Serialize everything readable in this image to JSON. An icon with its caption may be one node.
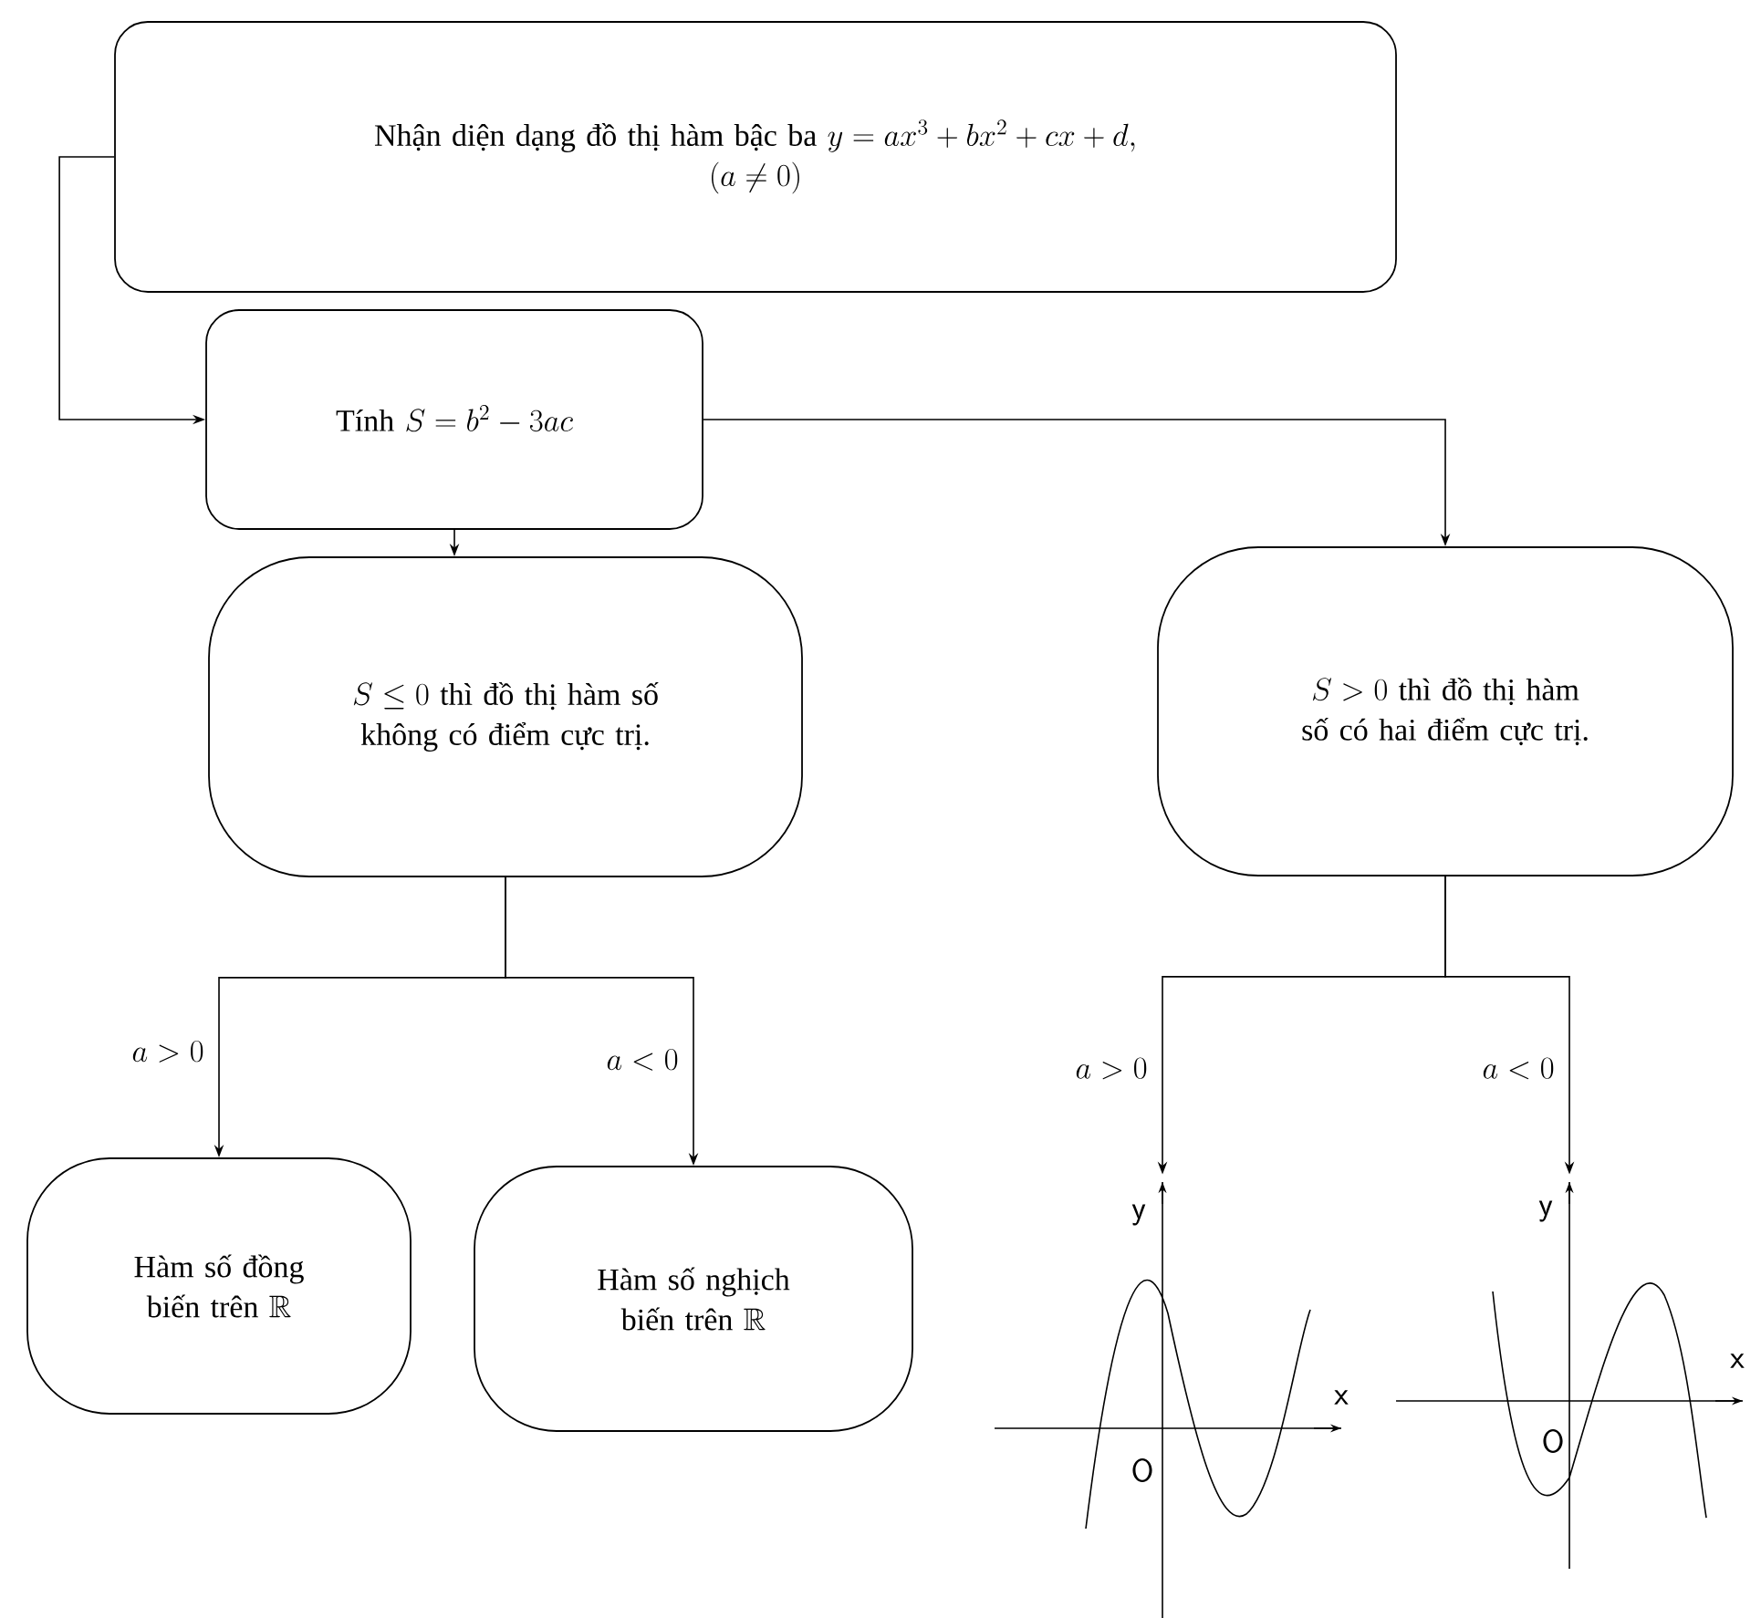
{
  "diagram": {
    "nodes": [
      {
        "text": [
          "Nhận diện dạng đồ thị hàm bậc ba",
          "y = ax^3 + bx^2 + cx + d,",
          "(a \\neq 0)"
        ]
      },
      {
        "text": [
          "Tính",
          "S = b^2 - 3ac"
        ]
      },
      {
        "text": [
          "S \\le 0",
          "thì đồ thị hàm số không có điểm cực trị."
        ]
      },
      {
        "text": [
          "S > 0",
          "thì đồ thị hàm số có hai điểm cực trị."
        ]
      },
      {
        "text": [
          "Hàm số đồng biến trên",
          "\\mathbb{R}"
        ]
      },
      {
        "text": [
          "Hàm số nghịch biến trên",
          "\\mathbb{R}"
        ]
      },
      {
        "text": [],
        "shape": "picture"
      },
      {
        "text": [],
        "shape": "picture"
      }
    ],
    "edges": [
      {
        "from": 0,
        "to": 1,
        "arrow": "to"
      },
      {
        "from": 1,
        "to": 2,
        "arrow": "to"
      },
      {
        "from": 1,
        "to": 3,
        "arrow": "to"
      },
      {
        "from": 2,
        "to": 4,
        "arrow": "to",
        "label": "a > 0"
      },
      {
        "from": 2,
        "to": 5,
        "arrow": "to",
        "label": "a < 0"
      },
      {
        "from": 3,
        "to": 6,
        "arrow": "to",
        "label": "a > 0"
      },
      {
        "from": 3,
        "to": 7,
        "arrow": "to",
        "label": "a < 0"
      }
    ],
    "labels": [
      "y",
      "x",
      "O",
      "y",
      "x",
      "O"
    ]
  }
}
